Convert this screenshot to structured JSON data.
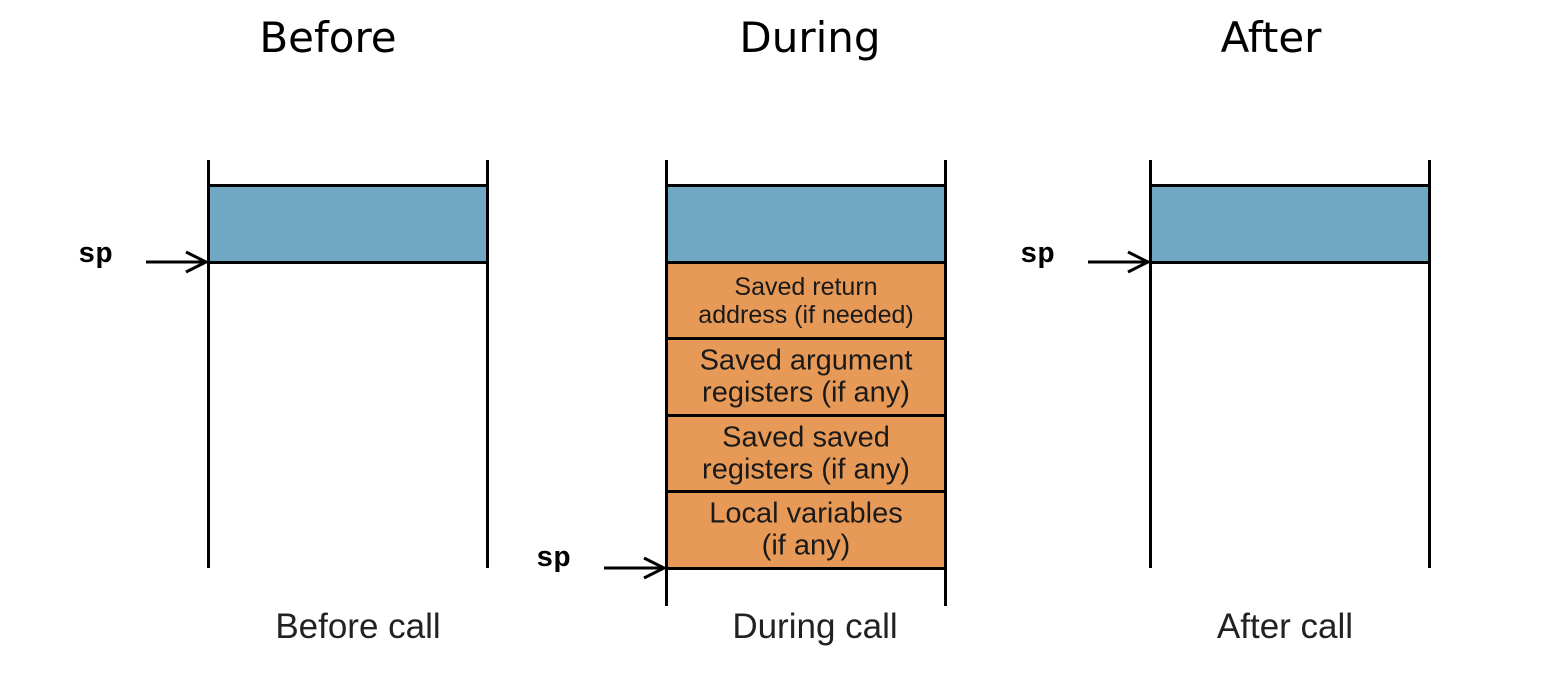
{
  "columns": [
    {
      "heading": "Before",
      "caption": "Before call"
    },
    {
      "heading": "During",
      "caption": "During call"
    },
    {
      "heading": "After",
      "caption": "After call"
    }
  ],
  "pointer_label": "sp",
  "frames": [
    {
      "line1": "Saved return",
      "line2": "address (if needed)"
    },
    {
      "line1": "Saved argument",
      "line2": "registers (if any)"
    },
    {
      "line1": "Saved saved",
      "line2": "registers (if any)"
    },
    {
      "line1": "Local variables",
      "line2": "(if any)"
    }
  ],
  "colors": {
    "caller_frame": "#70a8c3",
    "callee_frame": "#e79a57"
  }
}
